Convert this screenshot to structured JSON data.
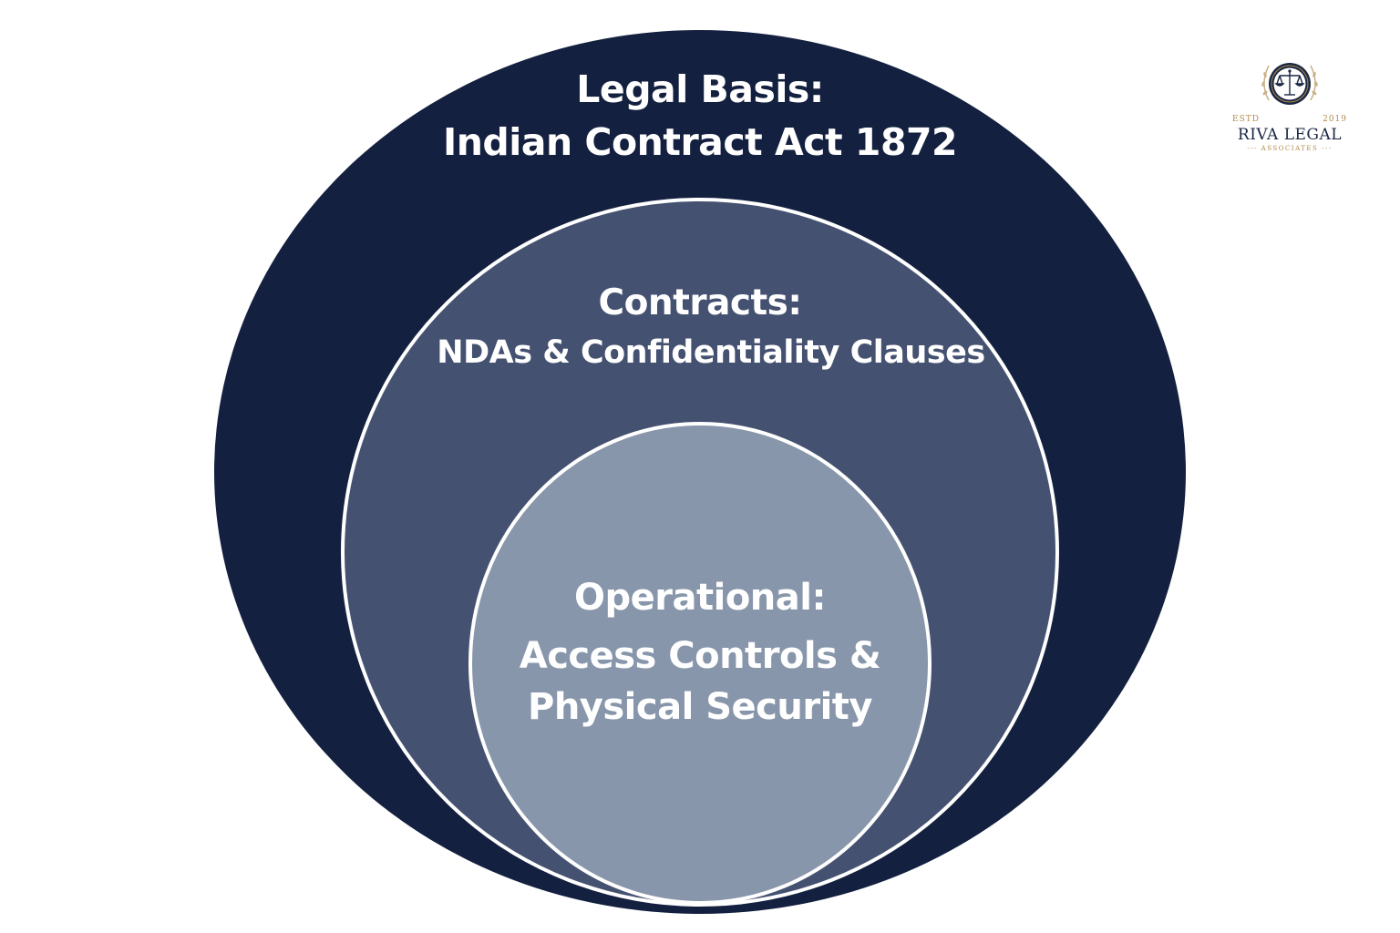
{
  "colors": {
    "background": "#ffffff",
    "outer_ring": "#13203f",
    "middle_ring": "#445170",
    "inner_ring": "#8896ab",
    "ring_border": "#ffffff",
    "text": "#ffffff",
    "logo_navy": "#1a2744",
    "logo_gold": "#b08a4a"
  },
  "diagram": {
    "outer": {
      "heading": "Legal Basis:",
      "subheading": "Indian Contract Act 1872"
    },
    "middle": {
      "heading": "Contracts:",
      "subheading": "NDAs & Confidentiality Clauses"
    },
    "inner": {
      "heading": "Operational:",
      "line1": "Access Controls &",
      "line2": "Physical Security"
    }
  },
  "logo": {
    "estd": "ESTD",
    "year": "2019",
    "name": "RIVA LEGAL",
    "tagline": "--- ASSOCIATES ---",
    "icon": "scales-of-justice-icon"
  }
}
